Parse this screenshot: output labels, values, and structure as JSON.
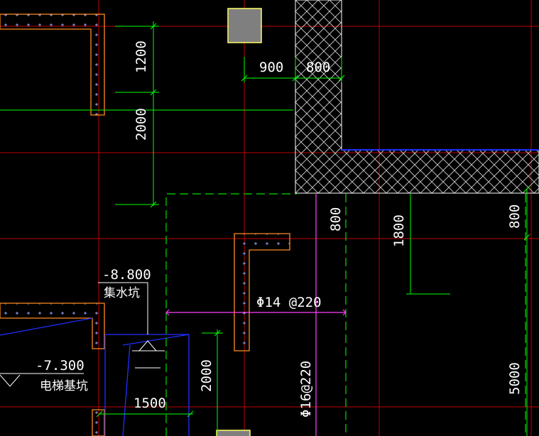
{
  "drawing": {
    "colors": {
      "background": "#000000",
      "axis": "#c00000",
      "dimension": "#00ff00",
      "wall_outline": "#ff8a1e",
      "wall_fill_mark": "#9aa8ff",
      "pit_outline": "#1f2fff",
      "rebar": "#ff40ff",
      "hatch": "#cfcfcf",
      "column_fill": "#7f7f7f",
      "column_edge": "#ffff66",
      "text": "#ffffff"
    },
    "dimensions": {
      "d1200": "1200",
      "d2000_upper": "2000",
      "d900": "900",
      "d800_top": "800",
      "d800_mid": "800",
      "d1800": "1800",
      "d800_right": "800",
      "d2000_lower": "2000",
      "d1500": "1500",
      "d5000": "5000"
    },
    "rebar_labels": {
      "horizontal": "Φ14 @220",
      "vertical": "Φ16@220"
    },
    "elevations": {
      "sump_level": "-8.800",
      "sump_name": "集水坑",
      "elevator_level": "-7.300",
      "elevator_name": "电梯基坑"
    }
  }
}
